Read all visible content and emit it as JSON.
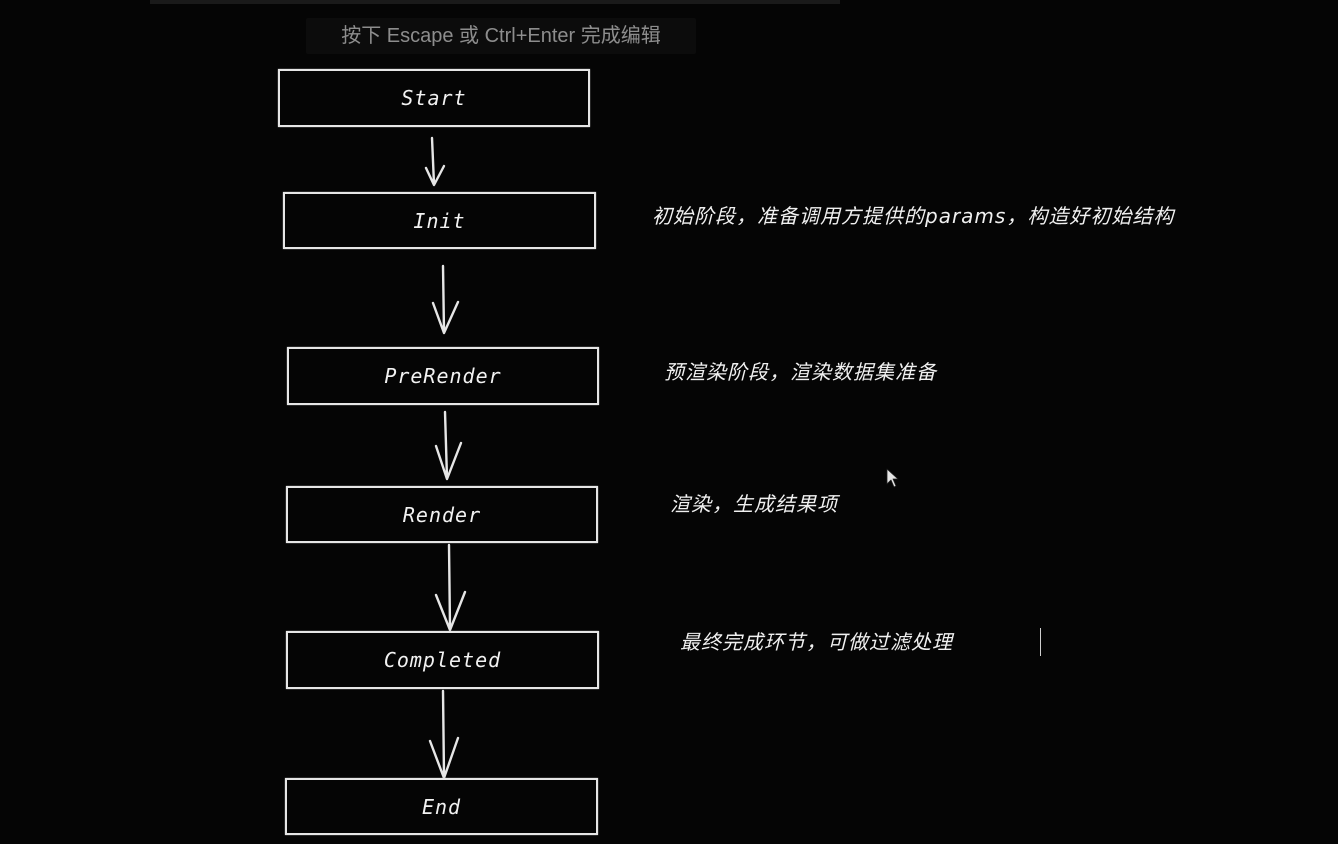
{
  "hint": "按下 Escape 或 Ctrl+Enter 完成编辑",
  "nodes": {
    "start": "Start",
    "init": "Init",
    "prerender": "PreRender",
    "render": "Render",
    "completed": "Completed",
    "end": "End"
  },
  "notes": {
    "init": "初始阶段，准备调用方提供的params，构造好初始结构",
    "prerender": "预渲染阶段，渲染数据集准备",
    "render": "渲染，生成结果项",
    "completed": "最终完成环节，可做过滤处理"
  },
  "colors": {
    "background": "#050505",
    "stroke": "#e6e6e6",
    "text": "#f2f2f2",
    "hint_text": "#8d8d8d"
  },
  "icons": {
    "cursor": "mouse-pointer-icon"
  }
}
